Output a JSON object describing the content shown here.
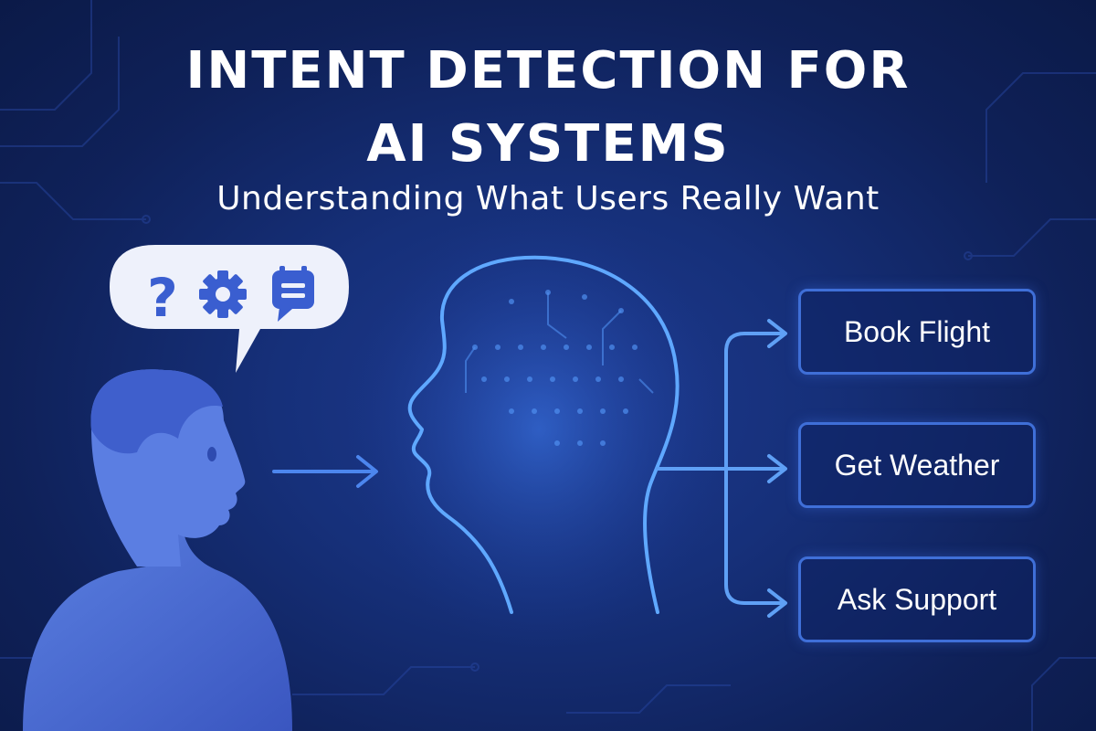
{
  "header": {
    "title_line1": "INTENT DETECTION FOR",
    "title_line2": "AI SYSTEMS",
    "subtitle": "Understanding What Users Really Want"
  },
  "speech_bubble": {
    "icons": [
      "question-mark-icon",
      "gear-icon",
      "chat-message-icon"
    ]
  },
  "intents": [
    {
      "label": "Book Flight"
    },
    {
      "label": "Get Weather"
    },
    {
      "label": "Ask Support"
    }
  ],
  "colors": {
    "background": "#122a6e",
    "accent_blue": "#3f6fd8",
    "head_outline": "#5fa8ff",
    "person_fill": "#4d6fd6",
    "bubble_fill": "#eef1fb",
    "text": "#ffffff"
  }
}
